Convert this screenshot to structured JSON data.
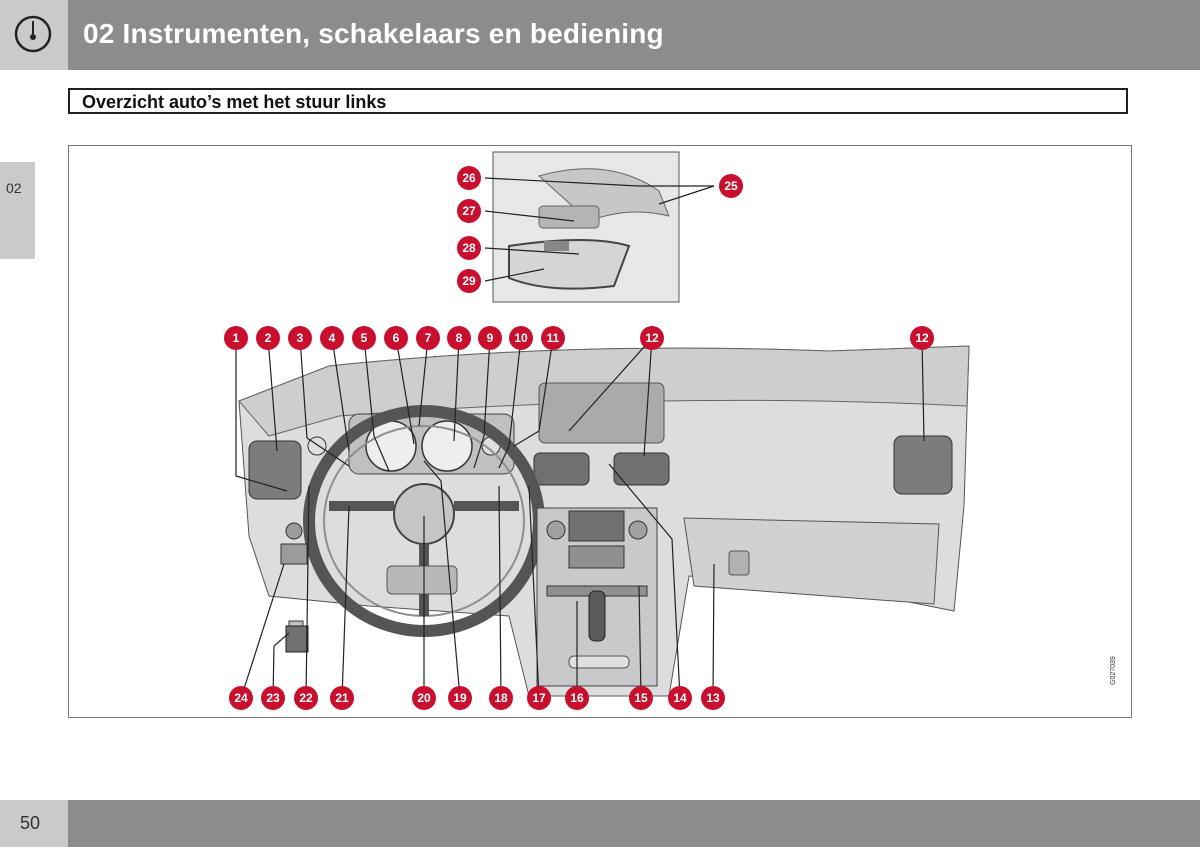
{
  "header": {
    "title": "02 Instrumenten, schakelaars en bediening"
  },
  "section": {
    "title": "Overzicht auto’s met het stuur links"
  },
  "side_tab": {
    "label": "02"
  },
  "figure": {
    "reference_code": "G027039",
    "callouts_top": [
      "1",
      "2",
      "3",
      "4",
      "5",
      "6",
      "7",
      "8",
      "9",
      "10",
      "11",
      "12",
      "12"
    ],
    "callouts_bottom": [
      "24",
      "23",
      "22",
      "21",
      "20",
      "19",
      "18",
      "17",
      "16",
      "15",
      "14",
      "13"
    ],
    "callouts_inset": [
      "26",
      "27",
      "28",
      "29",
      "25"
    ]
  },
  "footer": {
    "page_number": "50"
  },
  "colors": {
    "callout": "#c8102e",
    "bar": "#8a8c8e",
    "tab": "#c9cacc"
  }
}
